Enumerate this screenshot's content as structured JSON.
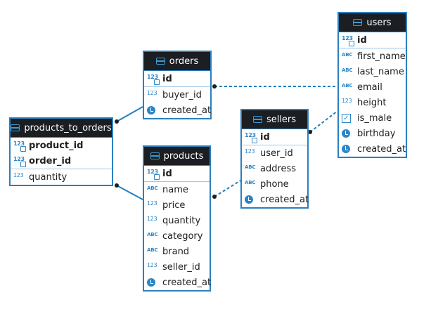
{
  "tables": {
    "orders": {
      "title": "orders",
      "columns": [
        {
          "name": "id",
          "type": "num",
          "pk": true
        },
        {
          "name": "buyer_id",
          "type": "num"
        },
        {
          "name": "created_at",
          "type": "time"
        }
      ]
    },
    "users": {
      "title": "users",
      "columns": [
        {
          "name": "id",
          "type": "num",
          "pk": true
        },
        {
          "name": "first_name",
          "type": "text"
        },
        {
          "name": "last_name",
          "type": "text"
        },
        {
          "name": "email",
          "type": "text"
        },
        {
          "name": "height",
          "type": "num"
        },
        {
          "name": "is_male",
          "type": "bool"
        },
        {
          "name": "birthday",
          "type": "time"
        },
        {
          "name": "created_at",
          "type": "time"
        }
      ]
    },
    "products_to_orders": {
      "title": "products_to_orders",
      "columns": [
        {
          "name": "product_id",
          "type": "num",
          "pk": true
        },
        {
          "name": "order_id",
          "type": "num",
          "pk": true
        },
        {
          "name": "quantity",
          "type": "num"
        }
      ]
    },
    "sellers": {
      "title": "sellers",
      "columns": [
        {
          "name": "id",
          "type": "num",
          "pk": true
        },
        {
          "name": "user_id",
          "type": "num"
        },
        {
          "name": "address",
          "type": "text"
        },
        {
          "name": "phone",
          "type": "text"
        },
        {
          "name": "created_at",
          "type": "time"
        }
      ]
    },
    "products": {
      "title": "products",
      "columns": [
        {
          "name": "id",
          "type": "num",
          "pk": true
        },
        {
          "name": "name",
          "type": "text"
        },
        {
          "name": "price",
          "type": "num"
        },
        {
          "name": "quantity",
          "type": "num"
        },
        {
          "name": "category",
          "type": "text"
        },
        {
          "name": "brand",
          "type": "text"
        },
        {
          "name": "seller_id",
          "type": "num"
        },
        {
          "name": "created_at",
          "type": "time"
        }
      ]
    }
  },
  "icon_glyphs": {
    "num": "123",
    "text": "ABC"
  },
  "colors": {
    "border": "#2b7fc0",
    "header_bg": "#1b1f23",
    "link": "#1f7fc2",
    "icon": "#2b86c8"
  }
}
